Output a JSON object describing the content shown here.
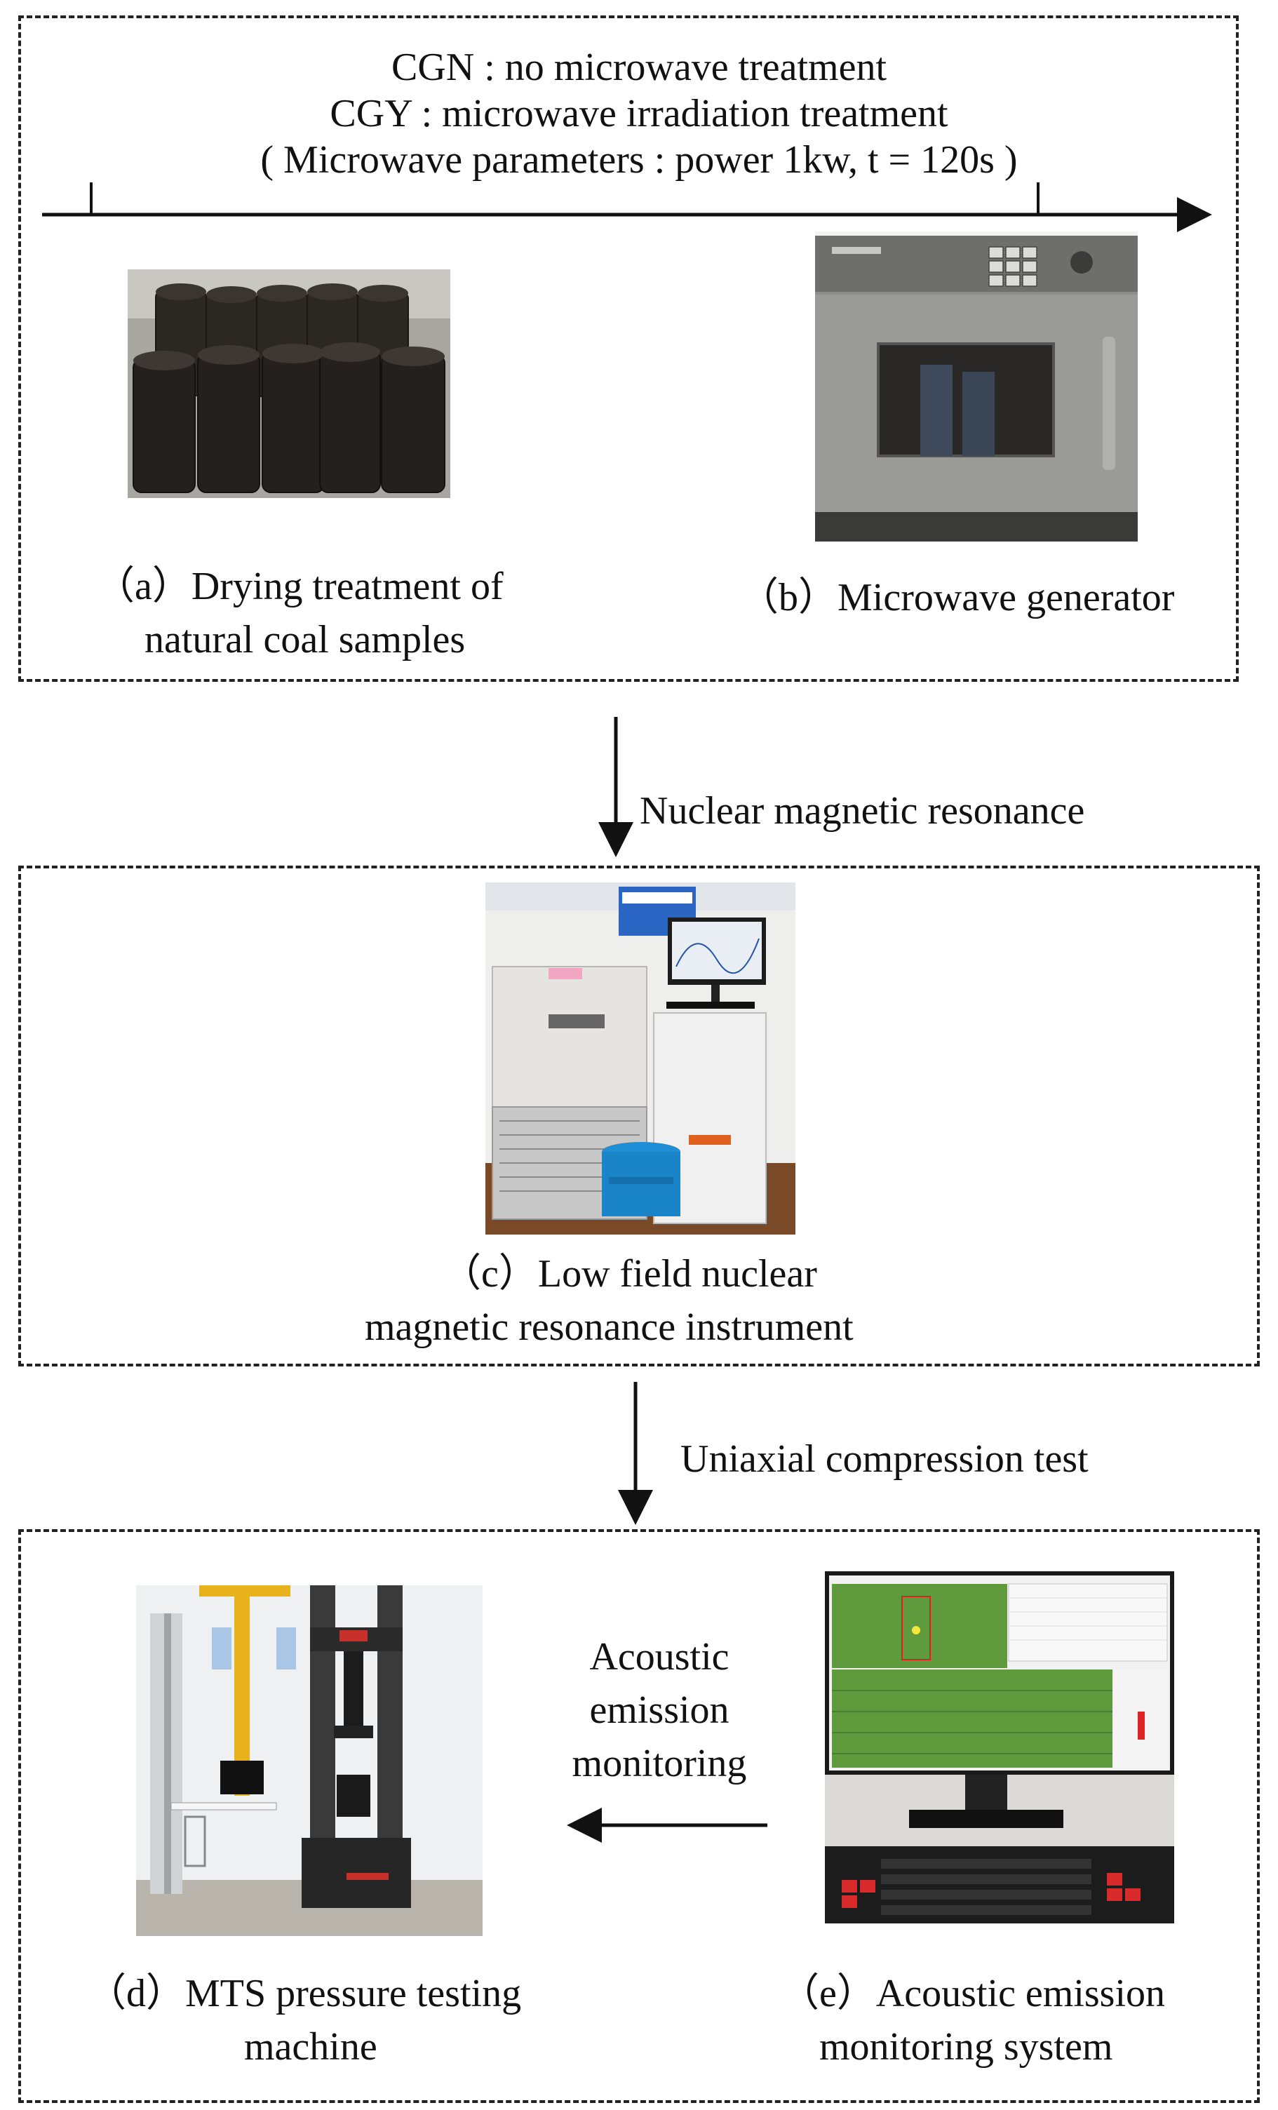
{
  "header": {
    "line1": "CGN : no microwave treatment",
    "line2": "CGY  : microwave irradiation treatment",
    "line3": "( Microwave parameters : power 1kw, t = 120s )"
  },
  "panel1": {
    "caption_a_line1": "（a）Drying treatment of",
    "caption_a_line2": "natural coal samples",
    "caption_b": "（b）Microwave generator"
  },
  "step1_label": "Nuclear magnetic resonance",
  "panel2": {
    "caption_c_line1": "（c）Low field nuclear",
    "caption_c_line2": "magnetic resonance instrument"
  },
  "step2_label": "Uniaxial compression test",
  "panel3": {
    "ae_label_line1": "Acoustic",
    "ae_label_line2": "emission",
    "ae_label_line3": "monitoring",
    "caption_d_line1": "（d）MTS pressure testing",
    "caption_d_line2": "machine",
    "caption_e_line1": "（e）Acoustic emission",
    "caption_e_line2": "monitoring system"
  },
  "colors": {
    "line": "#111111",
    "coal": "#2b2723",
    "steel": "#8c8c88",
    "screen_green": "#5f9a3c",
    "stool_blue": "#1e8fd6"
  }
}
